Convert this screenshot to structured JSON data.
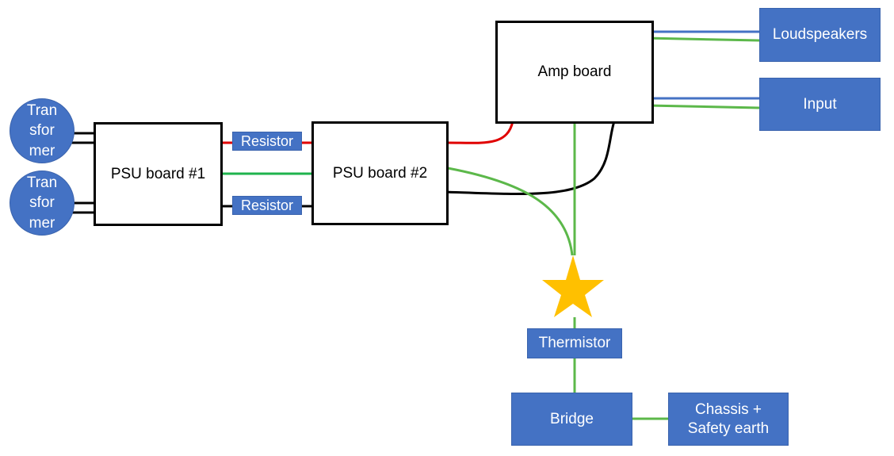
{
  "colors": {
    "box_fill": "#4472c4",
    "wire_red": "#e00000",
    "wire_green": "#1fb34d",
    "wire_green_light": "#5cb84a",
    "wire_blue": "#4472c4",
    "wire_black": "#000000",
    "star": "#ffc000"
  },
  "transformers": [
    {
      "label": "Tran\nsfor\nmer"
    },
    {
      "label": "Tran\nsfor\nmer"
    }
  ],
  "boards": {
    "psu1": "PSU board #1",
    "psu2": "PSU board #2",
    "amp": "Amp board"
  },
  "resistors": [
    {
      "label": "Resistor"
    },
    {
      "label": "Resistor"
    }
  ],
  "outputs": {
    "loudspeakers": "Loudspeakers",
    "input": "Input"
  },
  "earth_chain": {
    "star_icon": "star-icon",
    "thermistor": "Thermistor",
    "bridge": "Bridge",
    "chassis": "Chassis +\nSafety earth"
  }
}
